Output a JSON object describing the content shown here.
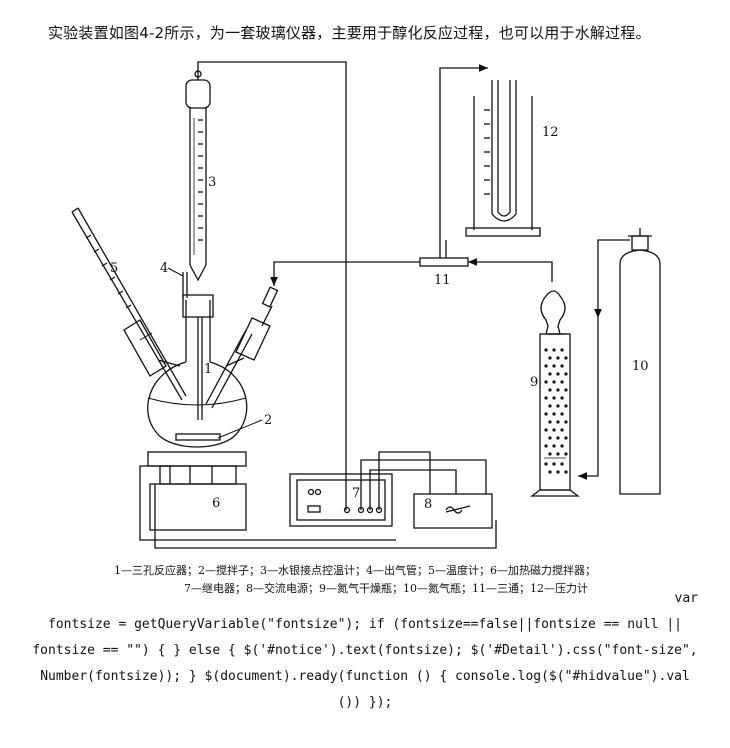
{
  "intro": "实验装置如图4-2所示，为一套玻璃仪器，主要用于醇化反应过程，也可以用于水解过程。",
  "labels": {
    "n1": "1",
    "n2": "2",
    "n3": "3",
    "n4": "4",
    "n5": "5",
    "n6": "6",
    "n7": "7",
    "n8": "8",
    "n9": "9",
    "n10": "10",
    "n11": "11",
    "n12": "12"
  },
  "caption": {
    "line1": "1—三孔反应器；2—搅拌子；3—水银接点控温计；4—出气管；5—温度计；6—加热磁力搅拌器；",
    "line2": "7—继电器；8—交流电源；9—氮气干燥瓶；10—氮气瓶；11—三通；12—压力计"
  },
  "code_lines": [
    "var",
    "fontsize = getQueryVariable(\"fontsize\"); if (fontsize==false||fontsize == null ||",
    "fontsize == \"\") { } else { $('#notice').text(fontsize); $('#Detail').css(\"font-size\",",
    "Number(fontsize)); } $(document).ready(function () { console.log($(\"#hidvalue\").val",
    "()) });"
  ]
}
